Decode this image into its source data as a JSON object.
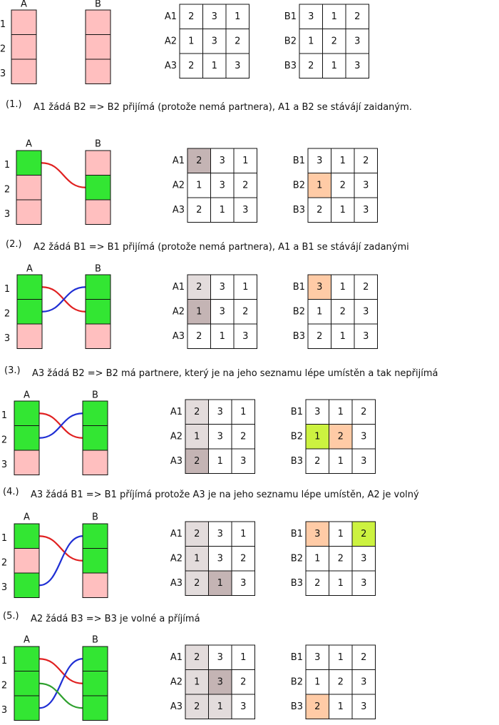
{
  "colors": {
    "free": "#ffbfbf",
    "engaged": "#33e633",
    "grid_border": "#111111",
    "current_proposal": "#c4b4b4",
    "past_proposal": "#e3dcdc",
    "accepted": "#ffcba6",
    "rejected_or_other": "#ccf240",
    "edge_red": "#e02020",
    "edge_blue": "#1f2fd4",
    "edge_green": "#2ea02e"
  },
  "panels": [
    {
      "caption_num": "",
      "caption": "",
      "header_a": "A",
      "header_b": "B",
      "rows": [
        "1",
        "2",
        "3"
      ],
      "a_states": [
        "free",
        "free",
        "free"
      ],
      "b_states": [
        "free",
        "free",
        "free"
      ],
      "edges": [],
      "table_a": {
        "labels": [
          "A1",
          "A2",
          "A3"
        ],
        "values": [
          [
            "2",
            "3",
            "1"
          ],
          [
            "1",
            "3",
            "2"
          ],
          [
            "2",
            "1",
            "3"
          ]
        ],
        "highlights": []
      },
      "table_b": {
        "labels": [
          "B1",
          "B2",
          "B3"
        ],
        "values": [
          [
            "3",
            "1",
            "2"
          ],
          [
            "1",
            "2",
            "3"
          ],
          [
            "2",
            "1",
            "3"
          ]
        ],
        "highlights": []
      }
    },
    {
      "caption_num": "(1.)",
      "caption": "A1 žádá B2 => B2 přijímá (protože nemá partnera), A1 a B2 se stávájí  zaidaným.",
      "header_a": "A",
      "header_b": "B",
      "rows": [
        "1",
        "2",
        "3"
      ],
      "a_states": [
        "engaged",
        "free",
        "free"
      ],
      "b_states": [
        "free",
        "engaged",
        "free"
      ],
      "edges": [
        {
          "from": 1,
          "to": 2,
          "color": "edge_red"
        }
      ],
      "table_a": {
        "labels": [
          "A1",
          "A2",
          "A3"
        ],
        "values": [
          [
            "2",
            "3",
            "1"
          ],
          [
            "1",
            "3",
            "2"
          ],
          [
            "2",
            "1",
            "3"
          ]
        ],
        "highlights": [
          {
            "row": 0,
            "col": 0,
            "kind": "current_proposal"
          }
        ]
      },
      "table_b": {
        "labels": [
          "B1",
          "B2",
          "B3"
        ],
        "values": [
          [
            "3",
            "1",
            "2"
          ],
          [
            "1",
            "2",
            "3"
          ],
          [
            "2",
            "1",
            "3"
          ]
        ],
        "highlights": [
          {
            "row": 1,
            "col": 0,
            "kind": "accepted"
          }
        ]
      }
    },
    {
      "caption_num": "(2.)",
      "caption": "A2 žádá B1 => B1 přijímá (protože nemá partnera), A1 a B1 se stávájí  zadanými",
      "header_a": "A",
      "header_b": "B",
      "rows": [
        "1",
        "2",
        "3"
      ],
      "a_states": [
        "engaged",
        "engaged",
        "free"
      ],
      "b_states": [
        "engaged",
        "engaged",
        "free"
      ],
      "edges": [
        {
          "from": 1,
          "to": 2,
          "color": "edge_red"
        },
        {
          "from": 2,
          "to": 1,
          "color": "edge_blue"
        }
      ],
      "table_a": {
        "labels": [
          "A1",
          "A2",
          "A3"
        ],
        "values": [
          [
            "2",
            "3",
            "1"
          ],
          [
            "1",
            "3",
            "2"
          ],
          [
            "2",
            "1",
            "3"
          ]
        ],
        "highlights": [
          {
            "row": 0,
            "col": 0,
            "kind": "past_proposal"
          },
          {
            "row": 1,
            "col": 0,
            "kind": "current_proposal"
          }
        ]
      },
      "table_b": {
        "labels": [
          "B1",
          "B2",
          "B3"
        ],
        "values": [
          [
            "3",
            "1",
            "2"
          ],
          [
            "1",
            "2",
            "3"
          ],
          [
            "2",
            "1",
            "3"
          ]
        ],
        "highlights": [
          {
            "row": 0,
            "col": 0,
            "kind": "accepted"
          }
        ]
      }
    },
    {
      "caption_num": "(3.)",
      "caption": "A3 žádá B2 => B2 má partnere, který je na jeho seznamu lépe umístěn a tak nepřijímá",
      "header_a": "A",
      "header_b": "B",
      "rows": [
        "1",
        "2",
        "3"
      ],
      "a_states": [
        "engaged",
        "engaged",
        "free"
      ],
      "b_states": [
        "engaged",
        "engaged",
        "free"
      ],
      "edges": [
        {
          "from": 1,
          "to": 2,
          "color": "edge_red"
        },
        {
          "from": 2,
          "to": 1,
          "color": "edge_blue"
        }
      ],
      "table_a": {
        "labels": [
          "A1",
          "A2",
          "A3"
        ],
        "values": [
          [
            "2",
            "3",
            "1"
          ],
          [
            "1",
            "3",
            "2"
          ],
          [
            "2",
            "1",
            "3"
          ]
        ],
        "highlights": [
          {
            "row": 0,
            "col": 0,
            "kind": "past_proposal"
          },
          {
            "row": 1,
            "col": 0,
            "kind": "past_proposal"
          },
          {
            "row": 2,
            "col": 0,
            "kind": "current_proposal"
          }
        ]
      },
      "table_b": {
        "labels": [
          "B1",
          "B2",
          "B3"
        ],
        "values": [
          [
            "3",
            "1",
            "2"
          ],
          [
            "1",
            "2",
            "3"
          ],
          [
            "2",
            "1",
            "3"
          ]
        ],
        "highlights": [
          {
            "row": 1,
            "col": 0,
            "kind": "rejected_or_other"
          },
          {
            "row": 1,
            "col": 1,
            "kind": "accepted"
          }
        ]
      }
    },
    {
      "caption_num": "(4.)",
      "caption": "A3 žádá B1 => B1 příjímá protože A3 je na jeho seznamu lépe umístěn, A2 je volný",
      "header_a": "A",
      "header_b": "B",
      "rows": [
        "1",
        "2",
        "3"
      ],
      "a_states": [
        "engaged",
        "free",
        "engaged"
      ],
      "b_states": [
        "engaged",
        "engaged",
        "free"
      ],
      "edges": [
        {
          "from": 1,
          "to": 2,
          "color": "edge_red"
        },
        {
          "from": 3,
          "to": 1,
          "color": "edge_blue"
        }
      ],
      "table_a": {
        "labels": [
          "A1",
          "A2",
          "A3"
        ],
        "values": [
          [
            "2",
            "3",
            "1"
          ],
          [
            "1",
            "3",
            "2"
          ],
          [
            "2",
            "1",
            "3"
          ]
        ],
        "highlights": [
          {
            "row": 0,
            "col": 0,
            "kind": "past_proposal"
          },
          {
            "row": 1,
            "col": 0,
            "kind": "past_proposal"
          },
          {
            "row": 2,
            "col": 0,
            "kind": "past_proposal"
          },
          {
            "row": 2,
            "col": 1,
            "kind": "current_proposal"
          }
        ]
      },
      "table_b": {
        "labels": [
          "B1",
          "B2",
          "B3"
        ],
        "values": [
          [
            "3",
            "1",
            "2"
          ],
          [
            "1",
            "2",
            "3"
          ],
          [
            "2",
            "1",
            "3"
          ]
        ],
        "highlights": [
          {
            "row": 0,
            "col": 0,
            "kind": "accepted"
          },
          {
            "row": 0,
            "col": 2,
            "kind": "rejected_or_other"
          }
        ]
      }
    },
    {
      "caption_num": "(5.)",
      "caption": "A2 žádá B3 => B3 je volné a příjímá",
      "header_a": "A",
      "header_b": "B",
      "rows": [
        "1",
        "2",
        "3"
      ],
      "a_states": [
        "engaged",
        "engaged",
        "engaged"
      ],
      "b_states": [
        "engaged",
        "engaged",
        "engaged"
      ],
      "edges": [
        {
          "from": 1,
          "to": 2,
          "color": "edge_red"
        },
        {
          "from": 3,
          "to": 1,
          "color": "edge_blue"
        },
        {
          "from": 2,
          "to": 3,
          "color": "edge_green"
        }
      ],
      "table_a": {
        "labels": [
          "A1",
          "A2",
          "A3"
        ],
        "values": [
          [
            "2",
            "3",
            "1"
          ],
          [
            "1",
            "3",
            "2"
          ],
          [
            "2",
            "1",
            "3"
          ]
        ],
        "highlights": [
          {
            "row": 0,
            "col": 0,
            "kind": "past_proposal"
          },
          {
            "row": 1,
            "col": 0,
            "kind": "past_proposal"
          },
          {
            "row": 1,
            "col": 1,
            "kind": "current_proposal"
          },
          {
            "row": 2,
            "col": 0,
            "kind": "past_proposal"
          },
          {
            "row": 2,
            "col": 1,
            "kind": "past_proposal"
          }
        ]
      },
      "table_b": {
        "labels": [
          "B1",
          "B2",
          "B3"
        ],
        "values": [
          [
            "3",
            "1",
            "2"
          ],
          [
            "1",
            "2",
            "3"
          ],
          [
            "2",
            "1",
            "3"
          ]
        ],
        "highlights": [
          {
            "row": 2,
            "col": 0,
            "kind": "accepted"
          }
        ]
      }
    }
  ]
}
